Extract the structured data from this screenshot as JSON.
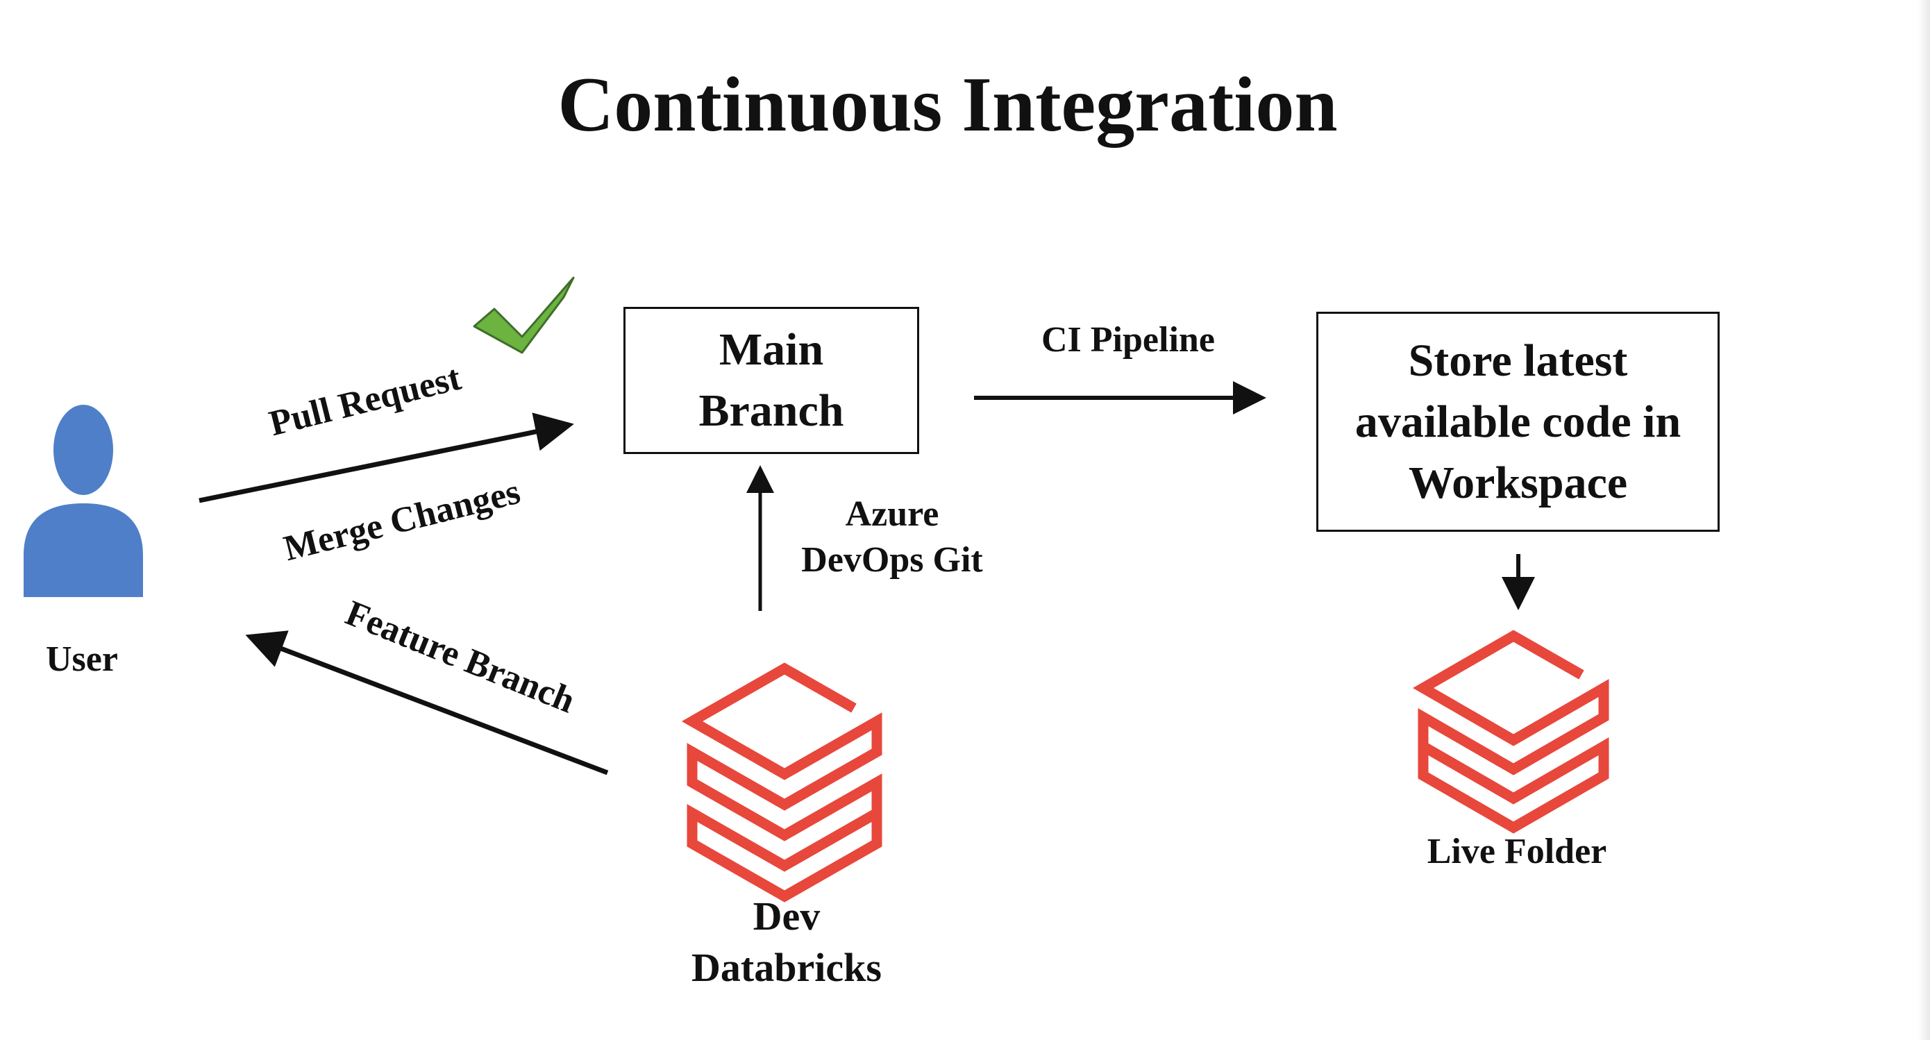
{
  "title": "Continuous Integration",
  "nodes": {
    "user": {
      "label": "User",
      "icon": "user-icon"
    },
    "main_branch": {
      "line1": "Main",
      "line2": "Branch"
    },
    "store": {
      "line1": "Store latest",
      "line2": "available code in",
      "line3": "Workspace"
    },
    "dev_databricks": {
      "line1": "Dev",
      "line2": "Databricks",
      "icon": "databricks-icon"
    },
    "live_folder": {
      "label": "Live Folder",
      "icon": "databricks-icon"
    }
  },
  "edges": {
    "pull_request": "Pull Request",
    "merge_changes": "Merge Changes",
    "feature_branch": "Feature Branch",
    "ci_pipeline": "CI Pipeline",
    "azure_git": {
      "line1": "Azure",
      "line2": "DevOps Git"
    }
  },
  "colors": {
    "user_icon": "#4F7FC8",
    "databricks": "#E8473B",
    "checkmark": "#6CB33F",
    "text": "#111111",
    "background": "#FFFFFF"
  }
}
